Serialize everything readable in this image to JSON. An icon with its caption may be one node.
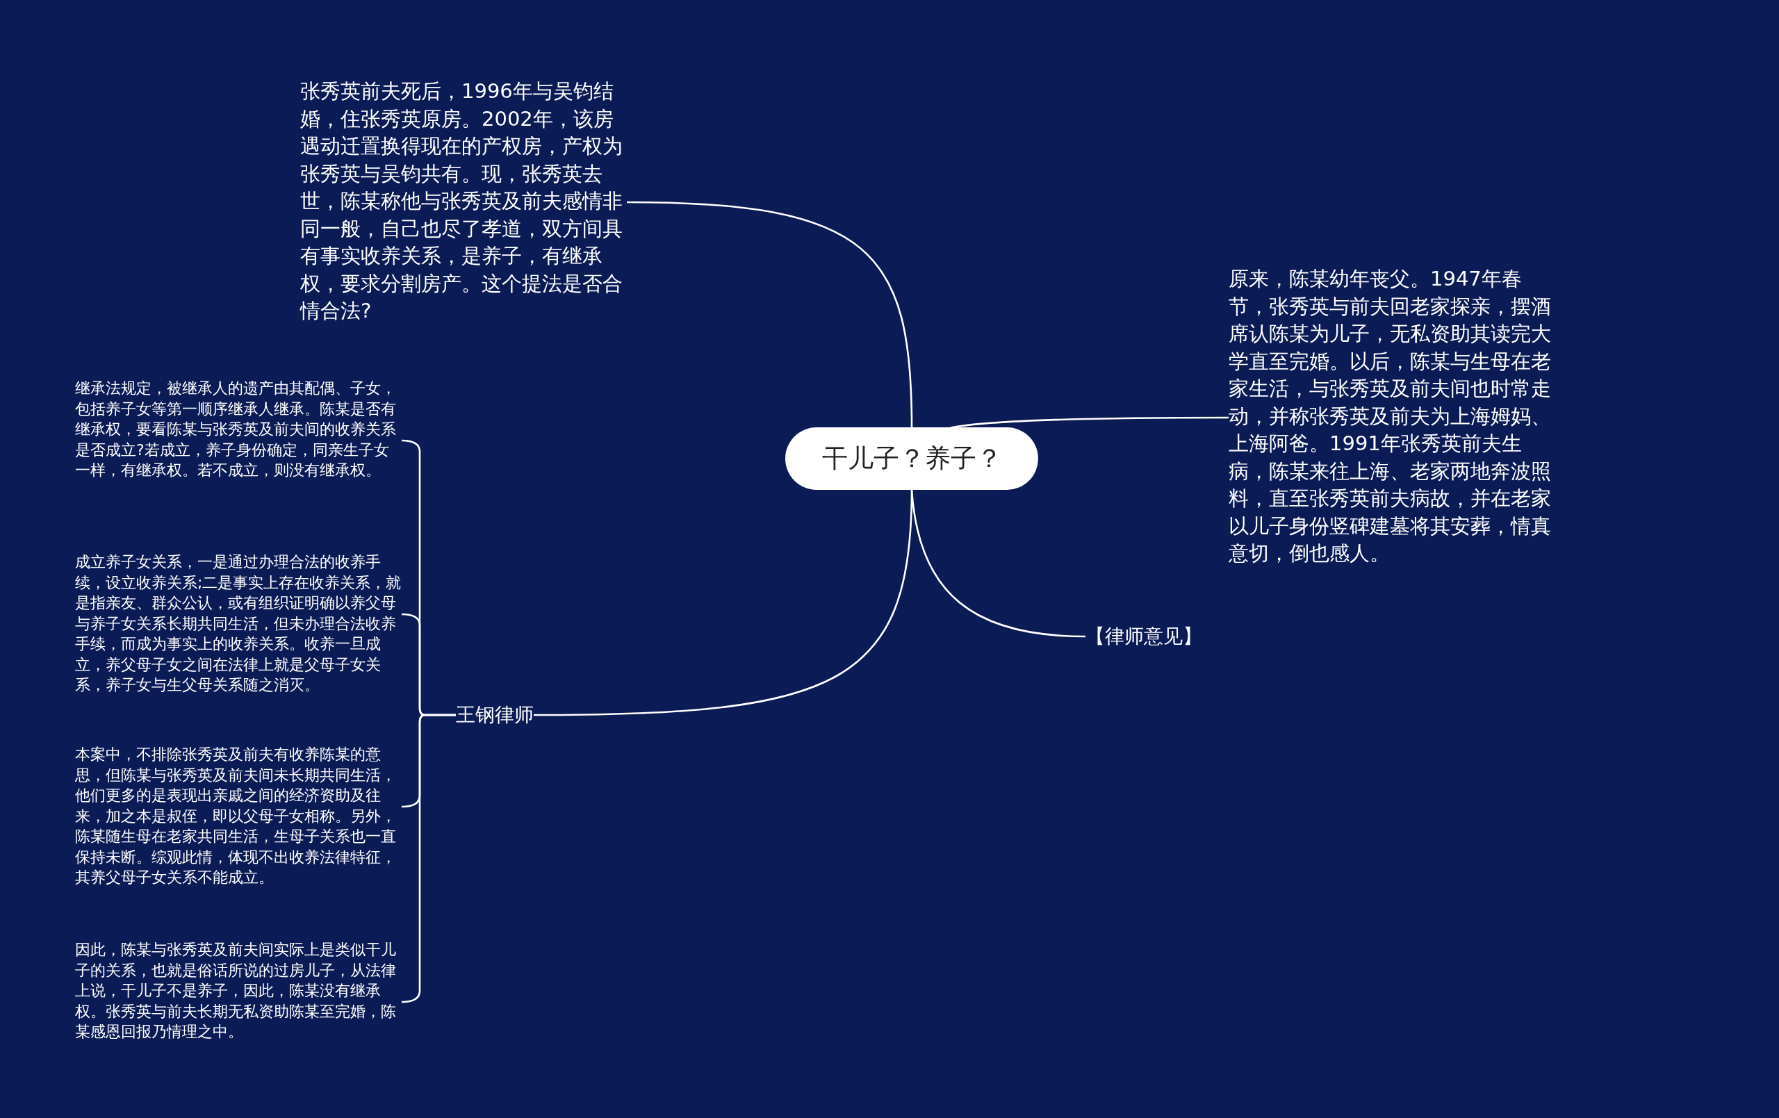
{
  "diagram": {
    "nodes": [
      {
        "text": [
          "干儿子？养子？"
        ]
      },
      {
        "text": [
          "张秀英前夫死后，1996年与吴钧结婚，住张秀英原房。2002年，该房遇动迁置换得现在的产权房，产权为张秀英与吴钧共有。现，张秀英去世，陈某称他与张秀英及前夫感情非同一般，自己也尽了孝道，双方间具有事实收养关系，是养子，有继承权，要求分割房产。这个提法是否合情合法?"
        ]
      },
      {
        "text": [
          "原来，陈某幼年丧父。1947年春节，张秀英与前夫回老家探亲，摆酒席认陈某为儿子，无私资助其读完大学直至完婚。以后，陈某与生母在老家生活，与张秀英及前夫间也时常走动，并称张秀英及前夫为上海姆妈、上海阿爸。1991年张秀英前夫生病，陈某来往上海、老家两地奔波照料，直至张秀英前夫病故，并在老家以儿子身份竖碑建墓将其安葬，情真意切，倒也感人。"
        ]
      },
      {
        "text": [
          "【律师意见】"
        ]
      },
      {
        "text": [
          "王钢律师"
        ]
      },
      {
        "text": [
          "继承法规定，被继承人的遗产由其配偶、子女，包括养子女等第一顺序继承人继承。陈某是否有继承权，要看陈某与张秀英及前夫间的收养关系是否成立?若成立，养子身份确定，同亲生子女一样，有继承权。若不成立，则没有继承权。"
        ]
      },
      {
        "text": [
          "成立养子女关系，一是通过办理合法的收养手续，设立收养关系;二是事实上存在收养关系，就是指亲友、群众公认，或有组织证明确以养父母与养子女关系长期共同生活，但未办理合法收养手续，而成为事实上的收养关系。收养一旦成立，养父母子女之间在法律上就是父母子女关系，养子女与生父母关系随之消灭。"
        ]
      },
      {
        "text": [
          "本案中，不排除张秀英及前夫有收养陈某的意思，但陈某与张秀英及前夫间未长期共同生活，他们更多的是表现出亲戚之间的经济资助及往来，加之本是叔侄，即以父母子女相称。另外，陈某随生母在老家共同生活，生母子关系也一直保持未断。综观此情，体现不出收养法律特征，其养父母子女关系不能成立。"
        ]
      },
      {
        "text": [
          "因此，陈某与张秀英及前夫间实际上是类似干儿子的关系，也就是俗话所说的过房儿子，从法律上说，干儿子不是养子，因此，陈某没有继承权。张秀英与前夫长期无私资助陈某至完婚，陈某感恩回报乃情理之中。"
        ]
      }
    ],
    "edges": [
      {
        "from": 0,
        "to": 1,
        "arrow": "none"
      },
      {
        "from": 0,
        "to": 2,
        "arrow": "none"
      },
      {
        "from": 0,
        "to": 3,
        "arrow": "none"
      },
      {
        "from": 0,
        "to": 4,
        "arrow": "none"
      },
      {
        "from": 4,
        "to": 5,
        "arrow": "none"
      },
      {
        "from": 4,
        "to": 6,
        "arrow": "none"
      },
      {
        "from": 4,
        "to": 7,
        "arrow": "none"
      },
      {
        "from": 4,
        "to": 8,
        "arrow": "none"
      }
    ]
  }
}
